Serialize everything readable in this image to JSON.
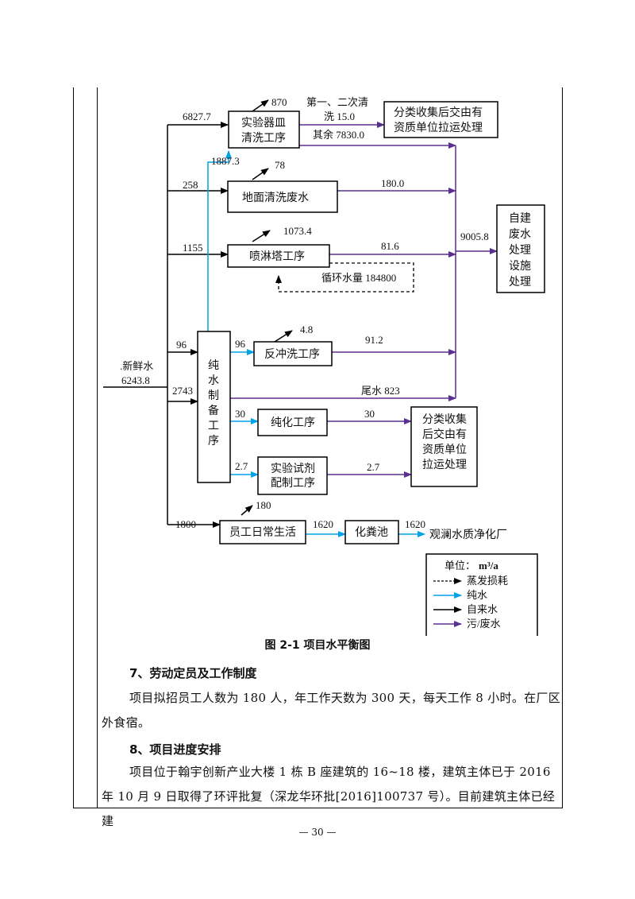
{
  "diagram": {
    "fresh_water_label": ".新鲜水",
    "fresh_water_value": "6243.8",
    "boxes": {
      "vessel_cleaning_line1": "实验器皿",
      "vessel_cleaning_line2": "清洗工序",
      "floor_cleaning": "地面清洗废水",
      "spray_tower": "喷淋塔工序",
      "pure_water_chars": [
        "纯",
        "水",
        "制",
        "备",
        "工",
        "序"
      ],
      "backwash": "反冲洗工序",
      "purification": "纯化工序",
      "reagent_line1": "实验试剂",
      "reagent_line2": "配制工序",
      "staff_daily": "员工日常生活",
      "septic_tank": "化粪池",
      "collect_top_line1": "分类收集后交由有",
      "collect_top_line2": "资质单位拉运处理",
      "collect_mid_lines": [
        "分类收集",
        "后交由有",
        "资质单位",
        "拉运处理"
      ],
      "self_built_chars": [
        "自建",
        "废水",
        "处理",
        "设施",
        "处理"
      ]
    },
    "values": {
      "v6827": "6827.7",
      "v870": "870",
      "v1887": "1887.3",
      "first_second_clean": "第一、二次清",
      "wash15": "洗 15.0",
      "rest7830": "其余 7830.0",
      "v258": "258",
      "v78": "78",
      "v180_0": "180.0",
      "v1155": "1155",
      "v1073": "1073.4",
      "v81_6": "81.6",
      "circulation": "循环水量 184800",
      "v9005": "9005.8",
      "v96a": "96",
      "v96b": "96",
      "v4_8": "4.8",
      "v91_2": "91.2",
      "v2743": "2743",
      "tail823": "尾水 823",
      "v30a": "30",
      "v30b": "30",
      "v2_7a": "2.7",
      "v2_7b": "2.7",
      "v180": "180",
      "v1800": "1800",
      "v1620a": "1620",
      "v1620b": "1620",
      "guanlan": "观澜水质净化厂"
    },
    "legend": {
      "unit_label": "单位：",
      "unit_value": "m³/a",
      "items": [
        "蒸发损耗",
        "纯水",
        "自来水",
        "污/废水"
      ]
    },
    "colors": {
      "tap_water": "#000000",
      "pure_water": "#00a2e8",
      "waste_water": "#5b2f91",
      "evaporation": "#000000"
    }
  },
  "caption": "图 2-1  项目水平衡图",
  "section7": {
    "heading": "7、劳动定员及工作制度",
    "paragraph": "项目拟招员工人数为 180 人，年工作天数为 300 天，每天工作 8 小时。在厂区外食宿。"
  },
  "section8": {
    "heading": "8、项目进度安排",
    "paragraph": "项目位于翰宇创新产业大楼 1 栋 B 座建筑的 16~18 楼，建筑主体已于 2016 年 10 月 9 日取得了环评批复（深龙华环批[2016]100737 号）。目前建筑主体已经建"
  },
  "page_number": "— 30 —"
}
